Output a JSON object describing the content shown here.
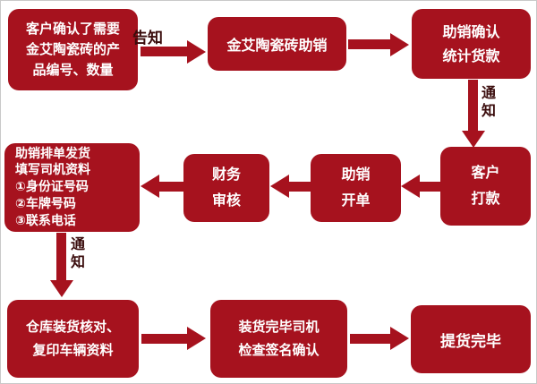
{
  "colors": {
    "node_fill": "#a6121e",
    "node_text": "#ffffff",
    "arrow": "#a6121e",
    "edge_label": "#3a0c0c",
    "canvas_border": "#c9c9c9",
    "background": "#ffffff"
  },
  "flowchart": {
    "nodes": {
      "customer_confirm": {
        "lines": [
          "客户确认了需要",
          "金艾陶瓷砖的产",
          "品编号、数量"
        ]
      },
      "sales_support": {
        "lines": [
          "金艾陶瓷砖助销"
        ]
      },
      "confirm_stats": {
        "lines": [
          "助销确认",
          "统计货款"
        ]
      },
      "customer_pay": {
        "lines": [
          "客户",
          "打款"
        ]
      },
      "sales_order": {
        "lines": [
          "助销",
          "开单"
        ]
      },
      "finance_review": {
        "lines": [
          "财务",
          "审核"
        ]
      },
      "driver_info": {
        "lines": [
          "助销排单发货",
          "填写司机资料",
          "①身份证号码",
          "②车牌号码",
          "③联系电话"
        ]
      },
      "warehouse_check": {
        "lines": [
          "仓库装货核对、",
          "复印车辆资料"
        ]
      },
      "loading_sign": {
        "lines": [
          "装货完毕司机",
          "检查签名确认"
        ]
      },
      "pickup_done": {
        "lines": [
          "提货完毕"
        ]
      }
    },
    "edge_labels": {
      "inform": "告知",
      "notify_top": "通知",
      "notify_left": "通知"
    }
  }
}
